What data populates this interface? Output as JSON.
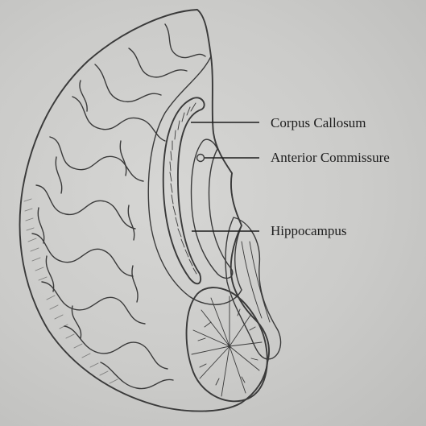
{
  "labels": {
    "corpus_callosum": "Corpus Callosum",
    "anterior_commissure": "Anterior Commissure",
    "hippocampus": "Hippocampus"
  },
  "colors": {
    "background": "#c9c9c7",
    "ink": "#2e2e2e",
    "brain_fill": "#d2d2cf"
  }
}
